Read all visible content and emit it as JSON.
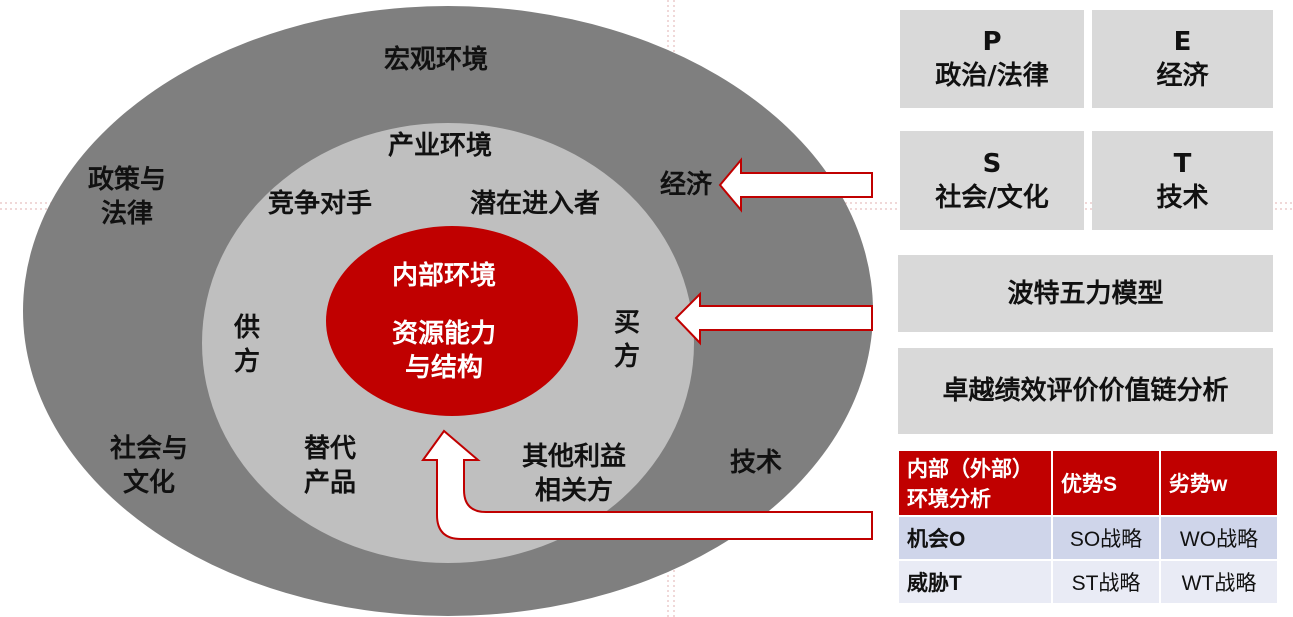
{
  "ellipses": {
    "macro_label": "宏观环境",
    "industry_label": "产业环境",
    "internal_title": "内部环境",
    "internal_line1": "资源能力",
    "internal_line2": "与结构"
  },
  "macro_items": {
    "policy_l1": "政策与",
    "policy_l2": "法律",
    "economy": "经济",
    "society_l1": "社会与",
    "society_l2": "文化",
    "tech": "技术"
  },
  "industry_items": {
    "competitors": "竞争对手",
    "entrants": "潜在进入者",
    "supplier_l1": "供",
    "supplier_l2": "方",
    "buyer_l1": "买",
    "buyer_l2": "方",
    "substitute_l1": "替代",
    "substitute_l2": "产品",
    "stakeholder_l1": "其他利益",
    "stakeholder_l2": "相关方"
  },
  "pest": {
    "p_letter": "P",
    "p_text": "政治/法律",
    "e_letter": "E",
    "e_text": "经济",
    "s_letter": "S",
    "s_text": "社会/文化",
    "t_letter": "T",
    "t_text": "技术"
  },
  "models": {
    "porter": "波特五力模型",
    "value_chain": "卓越绩效评价价值链分析"
  },
  "swot": {
    "header_l1": "内部（外部）",
    "header_l2": "环境分析",
    "strength": "优势S",
    "weakness": "劣势w",
    "opportunity": "机会O",
    "threat": "威胁T",
    "so": "SO战略",
    "wo": "WO战略",
    "st": "ST战略",
    "wt": "WT战略"
  },
  "colors": {
    "outer_ellipse": "#7f7f7f",
    "middle_ellipse": "#bfbfbf",
    "inner_ellipse": "#c00000",
    "arrow_outline": "#c00000",
    "panel": "#d9d9d9"
  }
}
